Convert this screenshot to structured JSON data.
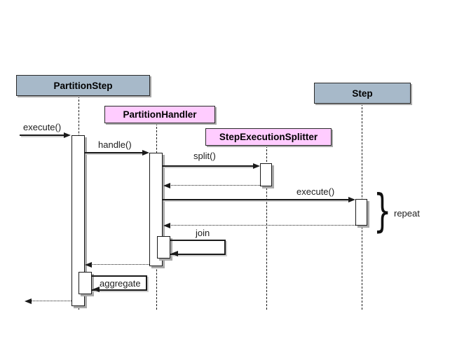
{
  "diagram": {
    "type": "uml-sequence-diagram",
    "participants": {
      "partition_step": "PartitionStep",
      "partition_handler": "PartitionHandler",
      "step_execution_splitter": "StepExecutionSplitter",
      "step": "Step"
    },
    "messages": {
      "execute_1": "execute()",
      "handle": "handle()",
      "split": "split()",
      "execute_2": "execute()",
      "join": "join",
      "aggregate": "aggregate"
    },
    "annotation": {
      "brace": "}",
      "repeat": "repeat"
    },
    "colors": {
      "class_box_fill": "#a7b9c9",
      "interface_box_fill": "#ffccff",
      "activation_fill": "#ffffff",
      "line_color": "#1a1a1a",
      "shadow_color": "#a9a9a9",
      "background": "#ffffff"
    }
  }
}
